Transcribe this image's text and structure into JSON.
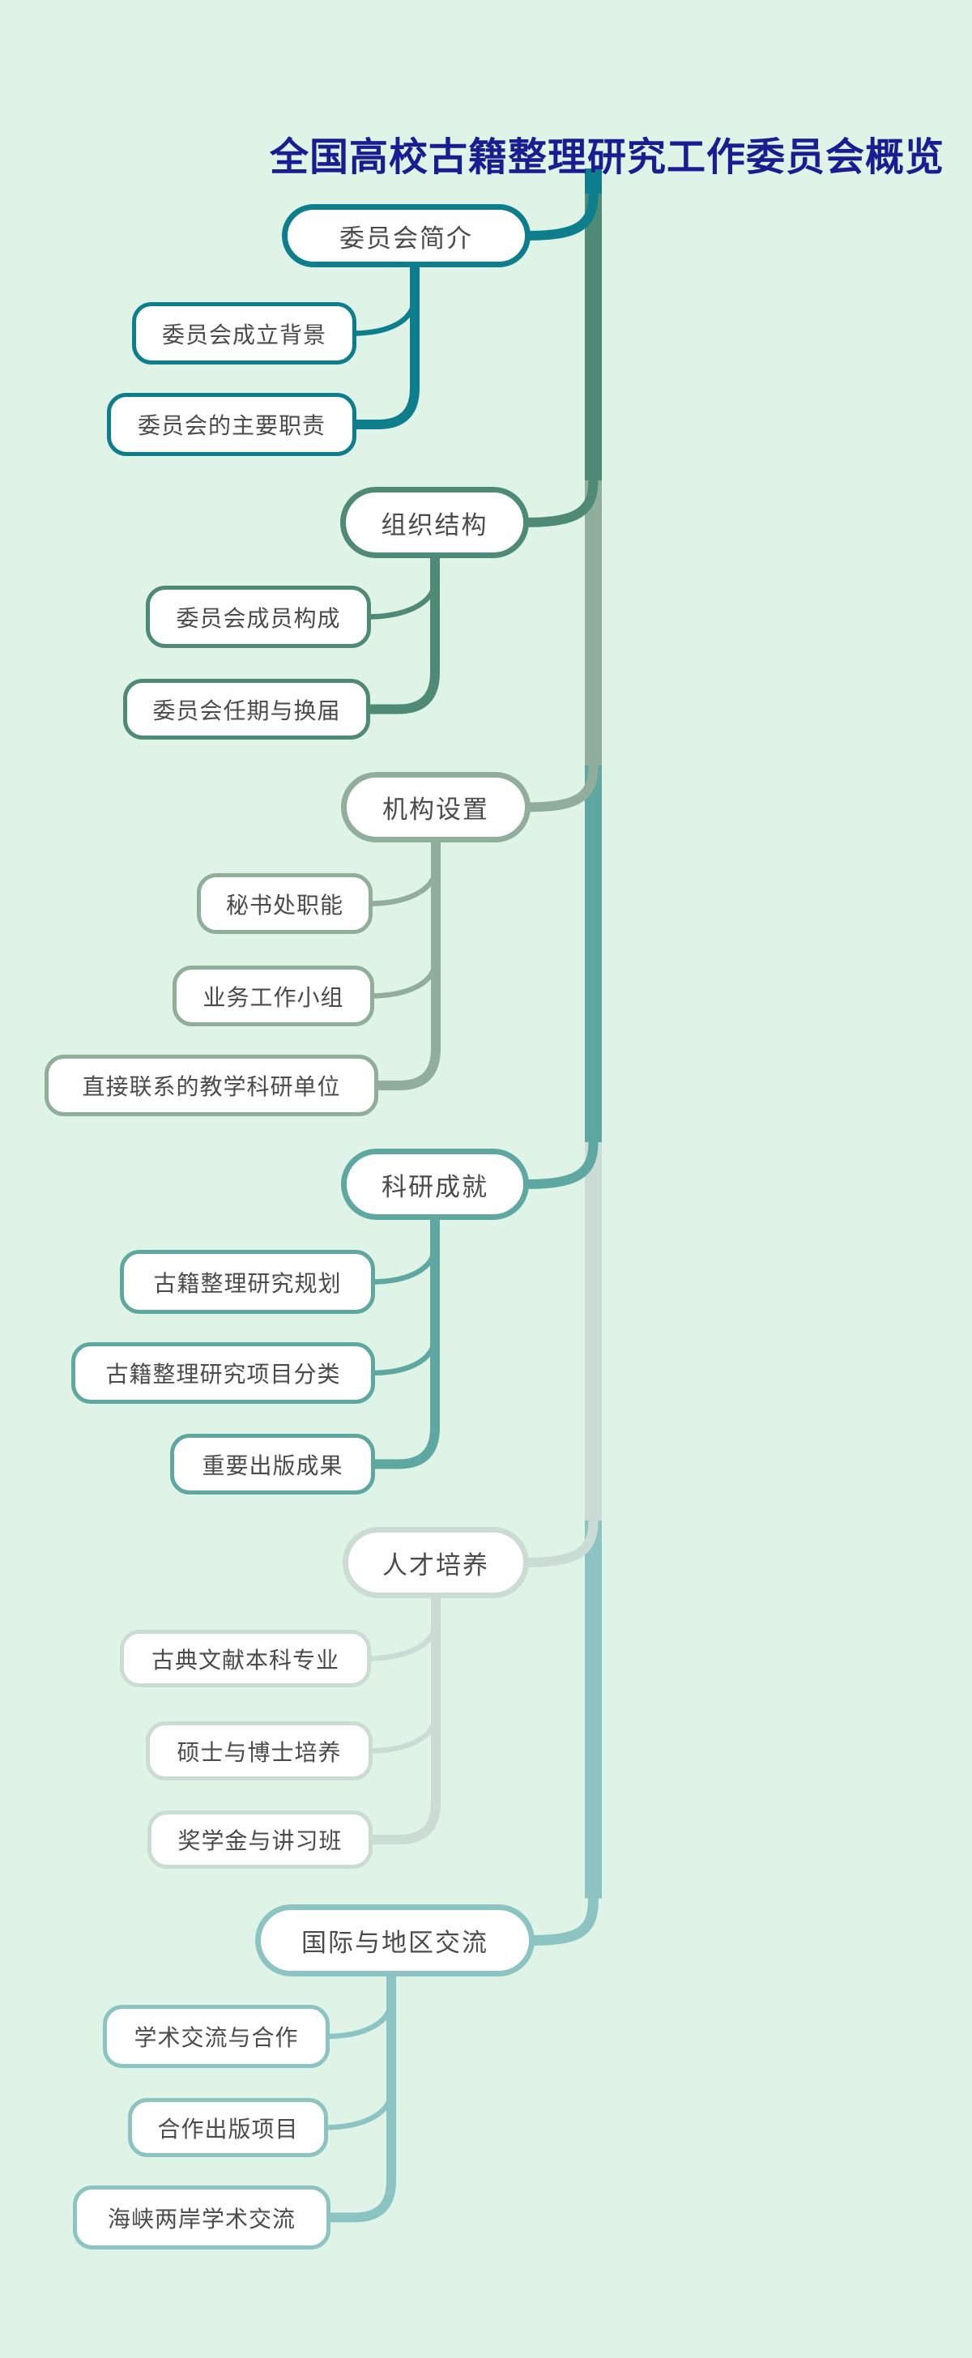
{
  "title": {
    "text": "全国高校古籍整理研究工作委员会概览",
    "color": "#181e92"
  },
  "canvas": {
    "background": "#dff4e7",
    "node_fill": "#ffffff",
    "node_text_color": "#4b4b4b"
  },
  "branches": [
    {
      "label": "委员会简介",
      "color": "#0e7e8d",
      "children": [
        {
          "label": "委员会成立背景"
        },
        {
          "label": "委员会的主要职责"
        }
      ]
    },
    {
      "label": "组织结构",
      "color": "#4e8a75",
      "children": [
        {
          "label": "委员会成员构成"
        },
        {
          "label": "委员会任期与换届"
        }
      ]
    },
    {
      "label": "机构设置",
      "color": "#90ae9b",
      "children": [
        {
          "label": "秘书处职能"
        },
        {
          "label": "业务工作小组"
        },
        {
          "label": "直接联系的教学科研单位"
        }
      ]
    },
    {
      "label": "科研成就",
      "color": "#5fa8a1",
      "children": [
        {
          "label": "古籍整理研究规划"
        },
        {
          "label": "古籍整理研究项目分类"
        },
        {
          "label": "重要出版成果"
        }
      ]
    },
    {
      "label": "人才培养",
      "color": "#cbdcd4",
      "children": [
        {
          "label": "古典文献本科专业"
        },
        {
          "label": "硕士与博士培养"
        },
        {
          "label": "奖学金与讲习班"
        }
      ]
    },
    {
      "label": "国际与地区交流",
      "color": "#8cc3c3",
      "children": [
        {
          "label": "学术交流与合作"
        },
        {
          "label": "合作出版项目"
        },
        {
          "label": "海峡两岸学术交流"
        }
      ]
    }
  ]
}
